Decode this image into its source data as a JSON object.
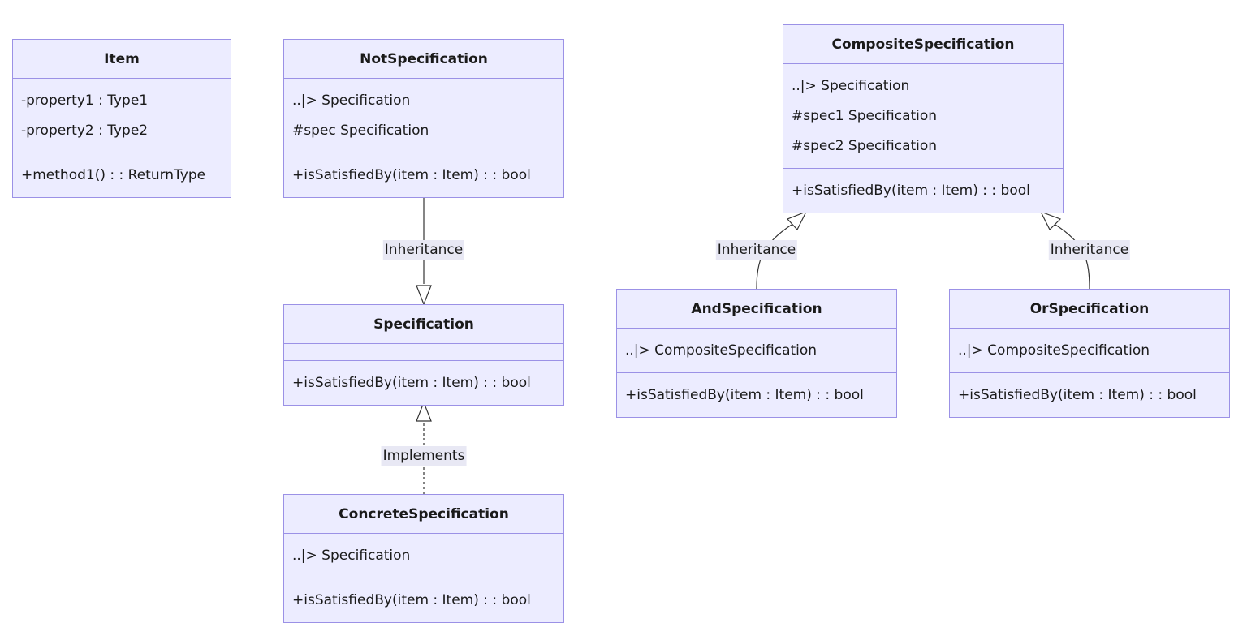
{
  "classes": {
    "item": {
      "name": "Item",
      "attributes": [
        "-property1 : Type1",
        "-property2 : Type2"
      ],
      "methods": [
        "+method1() : : ReturnType"
      ]
    },
    "not_spec": {
      "name": "NotSpecification",
      "attributes": [
        "..|> Specification",
        "#spec Specification"
      ],
      "methods": [
        "+isSatisfiedBy(item : Item) : : bool"
      ]
    },
    "spec": {
      "name": "Specification",
      "attributes": [],
      "methods": [
        "+isSatisfiedBy(item : Item) : : bool"
      ]
    },
    "concrete_spec": {
      "name": "ConcreteSpecification",
      "attributes": [
        "..|> Specification"
      ],
      "methods": [
        "+isSatisfiedBy(item : Item) : : bool"
      ]
    },
    "composite_spec": {
      "name": "CompositeSpecification",
      "attributes": [
        "..|> Specification",
        "#spec1 Specification",
        "#spec2 Specification"
      ],
      "methods": [
        "+isSatisfiedBy(item : Item) : : bool"
      ]
    },
    "and_spec": {
      "name": "AndSpecification",
      "attributes": [
        "..|> CompositeSpecification"
      ],
      "methods": [
        "+isSatisfiedBy(item : Item) : : bool"
      ]
    },
    "or_spec": {
      "name": "OrSpecification",
      "attributes": [
        "..|> CompositeSpecification"
      ],
      "methods": [
        "+isSatisfiedBy(item : Item) : : bool"
      ]
    }
  },
  "relations": {
    "not_to_spec": {
      "label": "Inheritance",
      "type": "inheritance"
    },
    "concrete_to_spec": {
      "label": "Implements",
      "type": "realization"
    },
    "and_to_composite": {
      "label": "Inheritance",
      "type": "inheritance"
    },
    "or_to_composite": {
      "label": "Inheritance",
      "type": "inheritance"
    }
  },
  "colors": {
    "box_fill": "#ececff",
    "box_border": "#9b91e6",
    "edge": "#333333",
    "label_bg": "#e8e8f4"
  }
}
